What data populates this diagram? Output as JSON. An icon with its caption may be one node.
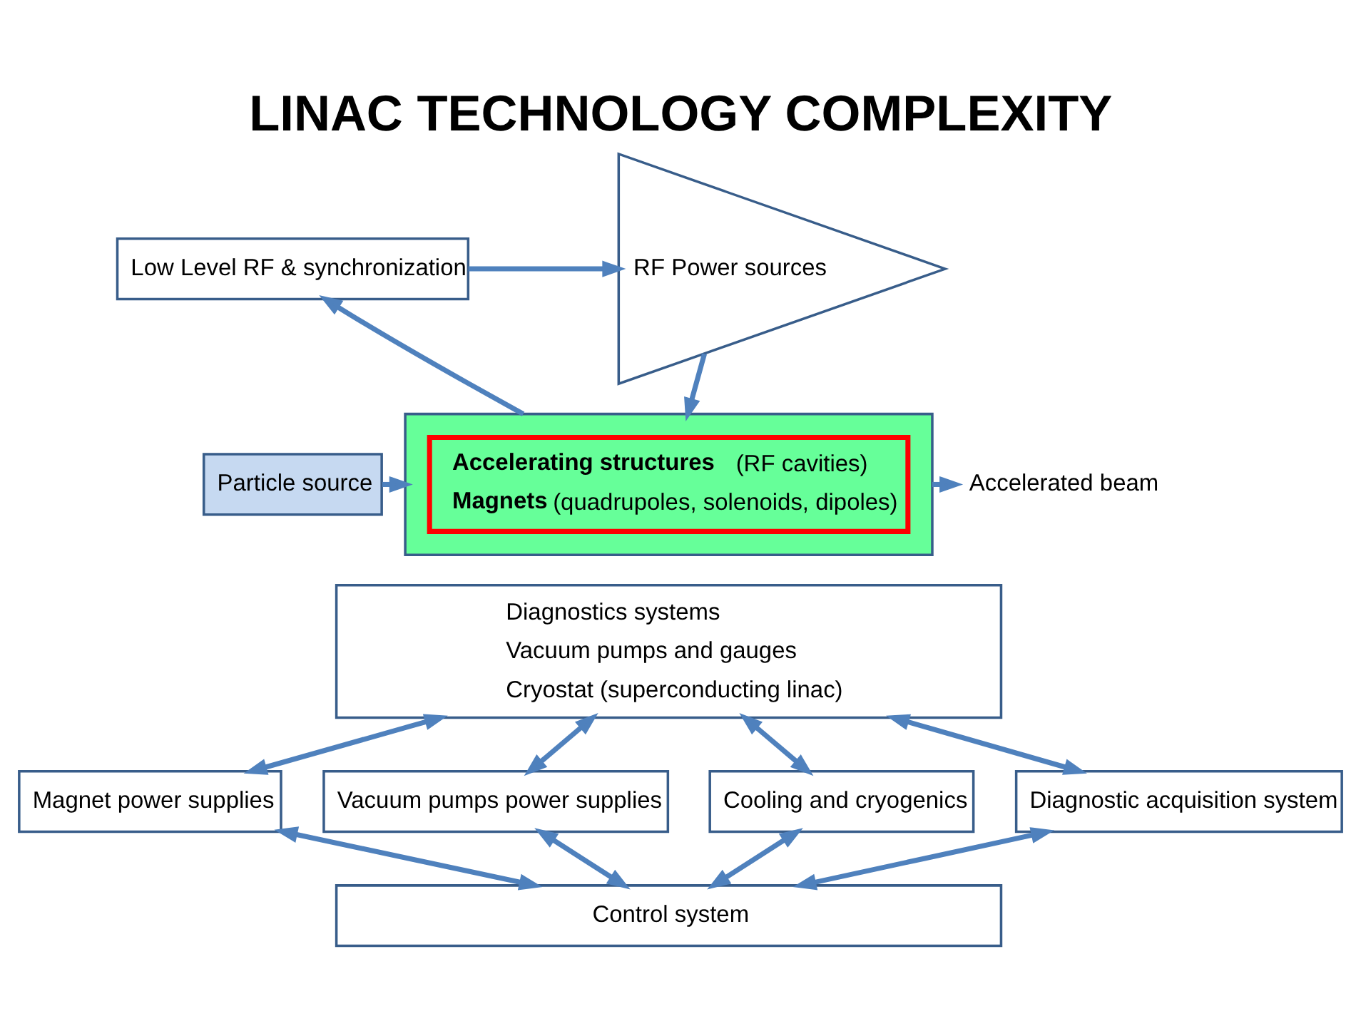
{
  "diagram": {
    "title": "LINAC TECHNOLOGY COMPLEXITY",
    "nodes": [
      {
        "text": [
          "Low Level RF & synchronization"
        ]
      },
      {
        "text": [
          "RF Power sources"
        ]
      },
      {
        "text": [
          "Particle source"
        ]
      },
      {
        "text": [],
        "shape": "box"
      },
      {
        "text": [
          "**Accelerating structures** (RF cavities)",
          "**Magnets** (quadrupoles, solenoids, dipoles)"
        ],
        "in": 3
      },
      {
        "text": [
          "Diagnostics systems",
          "Vacuum pumps and gauges",
          "Cryostat (superconducting linac)"
        ]
      },
      {
        "text": [
          "Accelerated beam"
        ]
      },
      {
        "text": [
          "Magnet power supplies"
        ]
      },
      {
        "text": [
          "Vacuum pumps power supplies"
        ]
      },
      {
        "text": [
          "Cooling and cryogenics"
        ]
      },
      {
        "text": [
          "Diagnostic acquisition system"
        ]
      },
      {
        "text": [
          "Control system"
        ]
      }
    ],
    "edges": [
      {
        "from": 3,
        "to": 0,
        "arrow": "to"
      },
      {
        "from": 0,
        "to": 1,
        "arrow": "to"
      },
      {
        "from": 1,
        "to": 3,
        "arrow": "to"
      },
      {
        "from": 2,
        "to": 3,
        "arrow": "to"
      },
      {
        "from": 3,
        "to": 6,
        "arrow": "to"
      },
      {
        "from": 5,
        "to": 7,
        "arrow": "both"
      },
      {
        "from": 5,
        "to": 8,
        "arrow": "both"
      },
      {
        "from": 5,
        "to": 9,
        "arrow": "both"
      },
      {
        "from": 5,
        "to": 10,
        "arrow": "both"
      },
      {
        "from": 7,
        "to": 11,
        "arrow": "both"
      },
      {
        "from": 8,
        "to": 11,
        "arrow": "both"
      },
      {
        "from": 9,
        "to": 11,
        "arrow": "both"
      },
      {
        "from": 10,
        "to": 11,
        "arrow": "both"
      }
    ]
  }
}
